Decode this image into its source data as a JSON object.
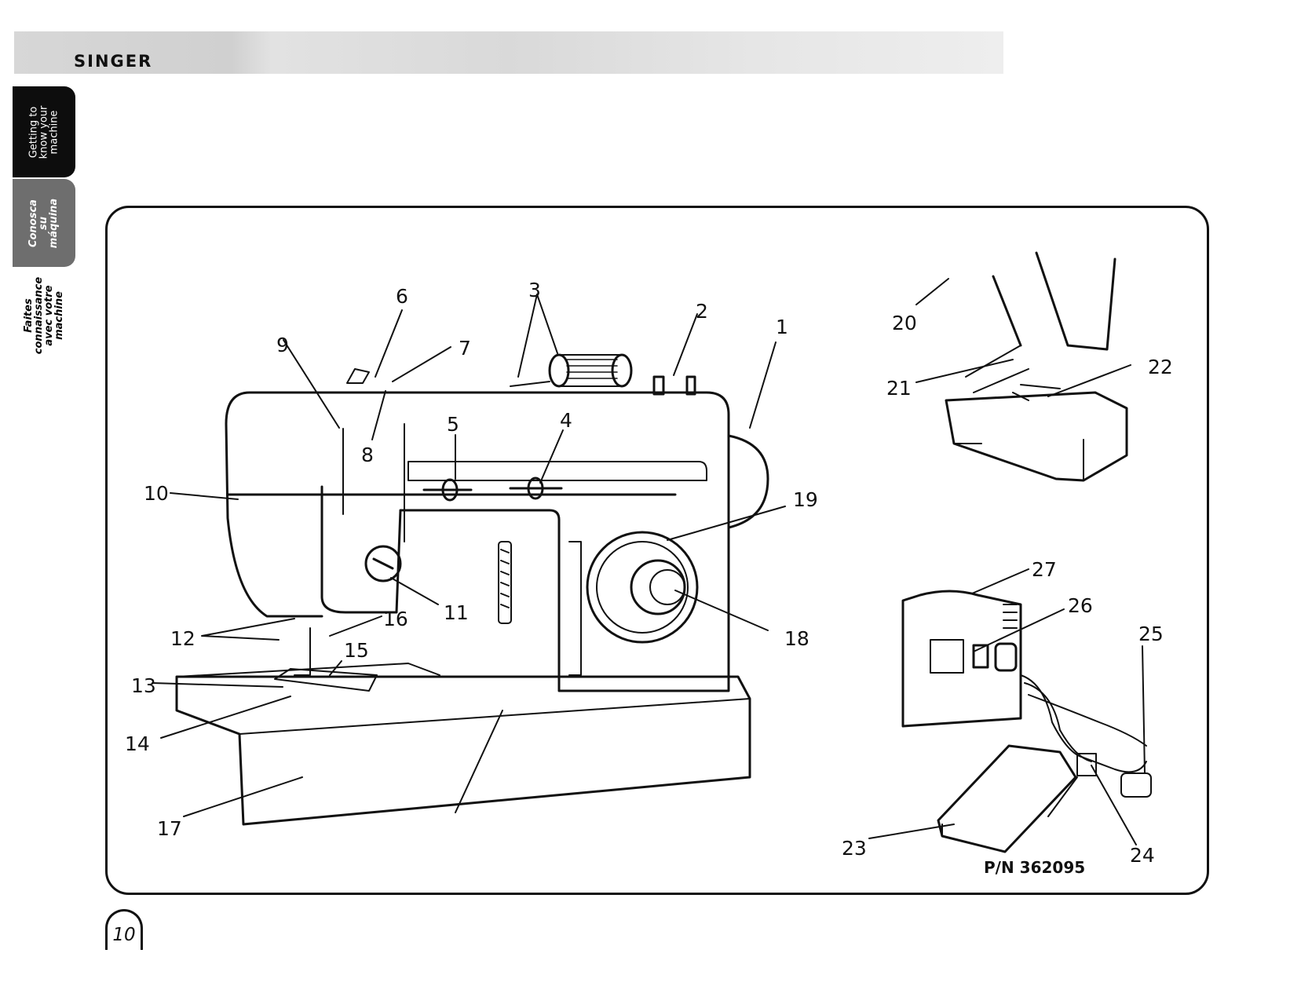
{
  "header": {
    "brand": "SINGER"
  },
  "side_tabs": [
    {
      "label": "Getting to\nknow your\nmachine"
    },
    {
      "label": "Conosca\nsu\nmáquina"
    },
    {
      "label": "Faites\nconnaissance\navec votre\nmachine"
    }
  ],
  "diagram": {
    "callouts": [
      "1",
      "2",
      "3",
      "4",
      "5",
      "6",
      "7",
      "8",
      "9",
      "10",
      "11",
      "12",
      "13",
      "14",
      "15",
      "16",
      "17",
      "18",
      "19",
      "20",
      "21",
      "22",
      "23",
      "24",
      "25",
      "26",
      "27"
    ],
    "part_number": "P/N 362095"
  },
  "page_number": "10",
  "colors": {
    "ink": "#111111",
    "header_band": "#d7d7d7",
    "tab_active": "#0d0d0d",
    "tab_secondary": "#6e6e6e"
  }
}
